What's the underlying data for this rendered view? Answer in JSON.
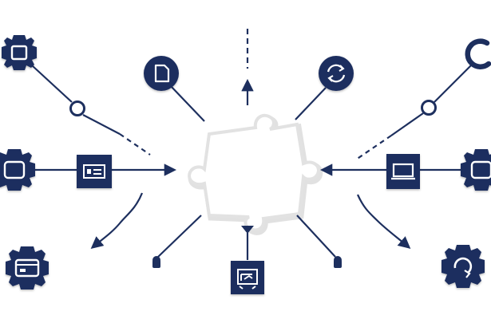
{
  "palette": {
    "navy": "#1d2f5e",
    "background": "#ffffff",
    "puzzle_outline": "#d9d9d9",
    "puzzle_shadow": "#c8c8c8"
  },
  "hub": {
    "shape": "puzzle-piece",
    "icon": "blank-puzzle-hub"
  },
  "nodes": [
    {
      "id": "gear-square-top-left",
      "shape": "gear",
      "icon": "square-icon"
    },
    {
      "id": "gear-square-mid-left",
      "shape": "gear",
      "icon": "square-icon"
    },
    {
      "id": "gear-window-bottom-left",
      "shape": "gear",
      "icon": "window-icon"
    },
    {
      "id": "circle-document-left",
      "shape": "circle",
      "icon": "document-icon"
    },
    {
      "id": "circle-refresh-right",
      "shape": "circle",
      "icon": "refresh-icon"
    },
    {
      "id": "square-id-card-left",
      "shape": "square",
      "icon": "id-card-icon"
    },
    {
      "id": "square-monitor-right",
      "shape": "square",
      "icon": "monitor-icon"
    },
    {
      "id": "square-chart-bottom",
      "shape": "square",
      "icon": "chart-icon"
    },
    {
      "id": "ring-top-right",
      "shape": "ring",
      "icon": "ring-icon"
    },
    {
      "id": "gear-square-mid-right",
      "shape": "gear",
      "icon": "square-icon"
    },
    {
      "id": "gear-refresh-bottom-right",
      "shape": "gear",
      "icon": "refresh-icon"
    }
  ],
  "connectors": [
    {
      "from": "gear-square-top-left",
      "to": "hub",
      "style": "solid-then-dashed",
      "end": "none"
    },
    {
      "from": "gear-square-mid-left",
      "to": "hub",
      "style": "solid",
      "end": "arrow"
    },
    {
      "from": "hub",
      "to": "bottom-left",
      "style": "solid-curve",
      "end": "arrow"
    },
    {
      "from": "circle-document-left",
      "to": "hub",
      "style": "solid",
      "end": "none"
    },
    {
      "from": "top",
      "to": "hub",
      "style": "dashed-then-solid",
      "end": "arrow"
    },
    {
      "from": "circle-refresh-right",
      "to": "hub",
      "style": "solid",
      "end": "none"
    },
    {
      "from": "ring-top-right",
      "to": "hub",
      "style": "solid-then-dashed",
      "end": "none"
    },
    {
      "from": "gear-square-mid-right",
      "to": "hub",
      "style": "solid",
      "end": "arrow"
    },
    {
      "from": "hub",
      "to": "bottom-right",
      "style": "solid-curve",
      "end": "arrow"
    },
    {
      "from": "hub",
      "to": "square-chart-bottom",
      "style": "solid",
      "end": "arrow"
    },
    {
      "from": "hub",
      "to": "pin-left",
      "style": "solid",
      "end": "pin"
    },
    {
      "from": "hub",
      "to": "pin-right",
      "style": "solid",
      "end": "pin"
    }
  ]
}
